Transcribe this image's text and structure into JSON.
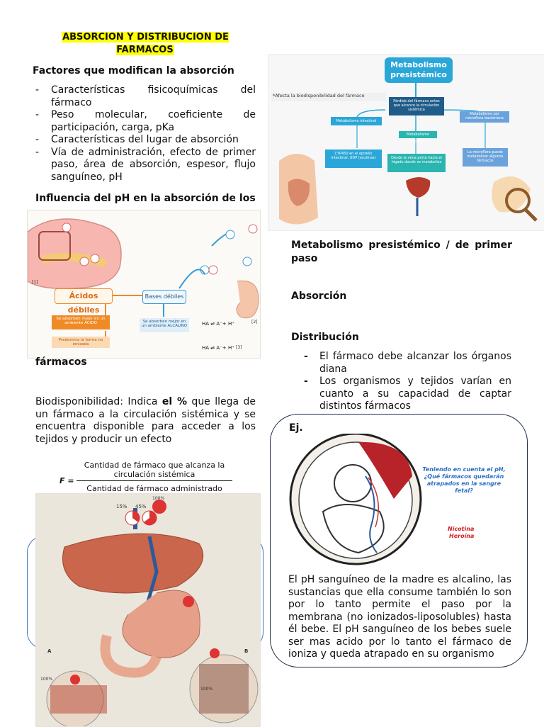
{
  "title": "ABSORCION Y DISTRIBUCION DE FARMACOS",
  "factores_heading": "Factores que modifican la absorción",
  "factores": [
    "Características fisicoquímicas del fármaco",
    "Peso molecular, coeficiente de participación, carga, pKa",
    "Características del lugar de absorción",
    "Vía de administración, efecto de primer paso, área de absorción, espesor, flujo sanguíneo, pH"
  ],
  "ph_heading_1": "Influencia del pH en la absorción de los",
  "ph_heading_2": "fármacos",
  "ph_figure": {
    "acidos": "Ácidos débiles",
    "bases": "Bases débiles",
    "acidos_note": "Se absorben mejor en un ambiente ÁCIDO",
    "acidos_note2": "Predomina la forma no ionizada",
    "bases_note": "Se absorben mejor en un ambiente ALCALINO",
    "eq1": "HA ⇌ A⁻+ H⁺",
    "eq2": "HA ⇌ A⁻+ H⁺",
    "ref1": "[1]",
    "ref2": "[2]",
    "ref3": "[3]"
  },
  "biodisp_prefix": "Biodisponibilidad: Indica ",
  "biodisp_bold": "el %",
  "biodisp_suffix": " que llega de un fármaco a la circulación sistémica y se encuentra disponible para acceder a los tejidos y producir un efecto",
  "formula": {
    "lhs": "F =",
    "numerator": "Cantidad de fármaco que alcanza la circulación sistémica",
    "denominator": "Cantidad de fármaco administrado"
  },
  "liver_figure": {
    "p1": "15%",
    "p2": "45%",
    "p3": "100%",
    "p4": "100%",
    "p5": "100%",
    "label_a": "A",
    "label_b": "B"
  },
  "metab_figure": {
    "title": "Metabolismo presistémico",
    "note": "*Afecta la biodisponibilidad del fármaco",
    "center": "Pérdida del fármaco antes que alcance la circulación sistémica",
    "left": "Metabolismo intestinal",
    "middle": "Metabolismo hepático",
    "right": "Metabolismo por microflora bacteriana",
    "left_sub": "CYP450 en el epitelio intestinal, UDP (enzimas)",
    "middle_sub": "Desde la vena porta hacia el hígado donde se metaboliza",
    "right_sub": "La microflora puede metabolizar algunos fármacos"
  },
  "metab_heading": "Metabolismo presistémico / de primer paso",
  "absorcion": "Absorción",
  "distribucion": "Distribución",
  "distrib_items": [
    "El fármaco debe alcanzar los órganos diana",
    "Los organismos y tejidos varían en cuanto a su capacidad de captar distintos fármacos"
  ],
  "ej_label": "Ej.",
  "fetal_figure": {
    "question": "Teniendo en cuenta el pH, ¿Qué fármacos quedarán atrapados en la sangre fetal?",
    "drug1": "Nicotina",
    "drug2": "Heroína"
  },
  "ej_text": "El pH sanguíneo de la madre es alcalino, las sustancias que ella consume también lo son por lo tanto permite el paso por la membrana (no ionizados-liposolubles) hasta él bebe. El pH sanguíneo de los bebes suele ser mas acido por lo tanto el fármaco de ioniza y queda atrapado en su organismo",
  "colors": {
    "highlight": "#ffff00",
    "box_border": "#1d2c48",
    "metab_title_bg": "#2aa7d8",
    "orange": "#f08a24",
    "teal": "#2bb5b0",
    "red_text": "#d21f1f",
    "blue_text": "#2a6fbf"
  }
}
